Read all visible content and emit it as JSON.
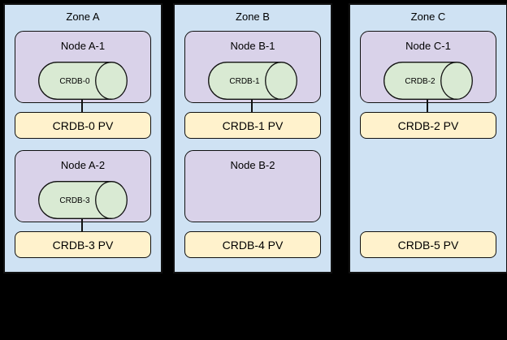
{
  "diagram": {
    "colors": {
      "background": "#000000",
      "zone_fill": "#cfe2f3",
      "node_fill": "#d9d2e9",
      "pod_fill": "#d9ead3",
      "pv_fill": "#fff2cc",
      "stroke": "#111111"
    },
    "zones": [
      {
        "title": "Zone A",
        "slots": [
          {
            "has_node": true,
            "has_pod": true,
            "connected": true,
            "node_title": "Node A-1",
            "pod_label": "CRDB-0",
            "pv_label": "CRDB-0 PV"
          },
          {
            "has_node": true,
            "has_pod": true,
            "connected": true,
            "node_title": "Node A-2",
            "pod_label": "CRDB-3",
            "pv_label": "CRDB-3 PV"
          }
        ]
      },
      {
        "title": "Zone B",
        "slots": [
          {
            "has_node": true,
            "has_pod": true,
            "connected": true,
            "node_title": "Node B-1",
            "pod_label": "CRDB-1",
            "pv_label": "CRDB-1 PV"
          },
          {
            "has_node": true,
            "has_pod": false,
            "connected": false,
            "node_title": "Node B-2",
            "pod_label": null,
            "pv_label": "CRDB-4 PV"
          }
        ]
      },
      {
        "title": "Zone C",
        "slots": [
          {
            "has_node": true,
            "has_pod": true,
            "connected": true,
            "node_title": "Node C-1",
            "pod_label": "CRDB-2",
            "pv_label": "CRDB-2 PV"
          },
          {
            "has_node": false,
            "has_pod": false,
            "connected": false,
            "node_title": null,
            "pod_label": null,
            "pv_label": "CRDB-5 PV"
          }
        ]
      }
    ]
  }
}
